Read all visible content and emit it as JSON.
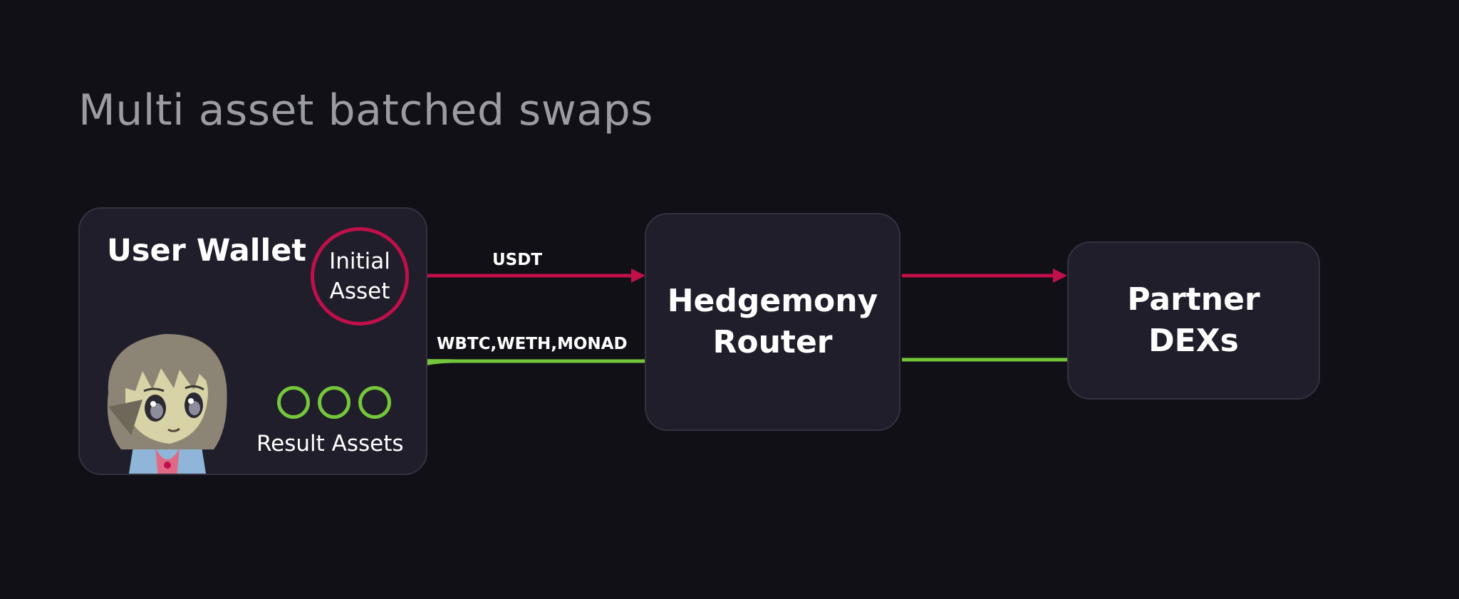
{
  "title": "Multi asset batched swaps",
  "wallet": {
    "title": "User Wallet",
    "initial_asset": "Initial\nAsset",
    "result_assets": "Result Assets"
  },
  "router": {
    "label": "Hedgemony\nRouter"
  },
  "dex": {
    "label": "Partner\nDEXs"
  },
  "edges": {
    "to_router": "USDT",
    "from_router": "WBTC,WETH,MONAD"
  },
  "colors": {
    "background": "#111017",
    "box": "#211e2b",
    "outgoing": "#c0104a",
    "incoming": "#74c63a",
    "title": "#9b9ba3"
  }
}
